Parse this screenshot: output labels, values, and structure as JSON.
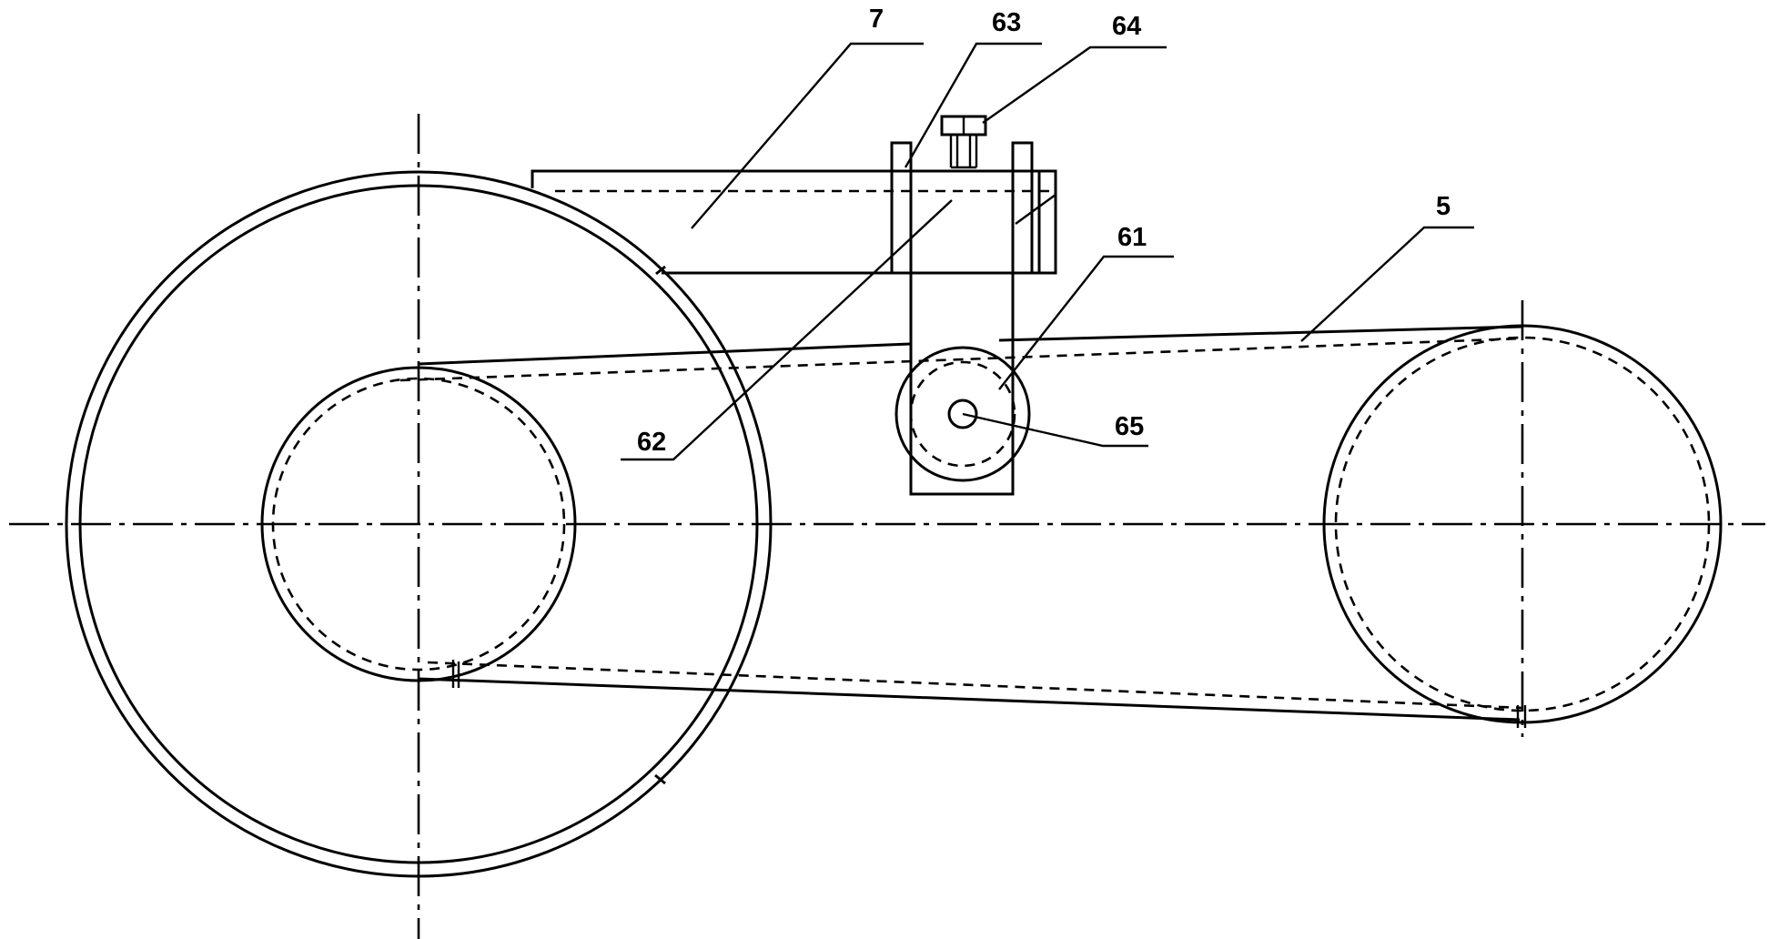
{
  "labels": {
    "part_7": "7",
    "part_63": "63",
    "part_64": "64",
    "part_5": "5",
    "part_61": "61",
    "part_62": "62",
    "part_65": "65"
  }
}
